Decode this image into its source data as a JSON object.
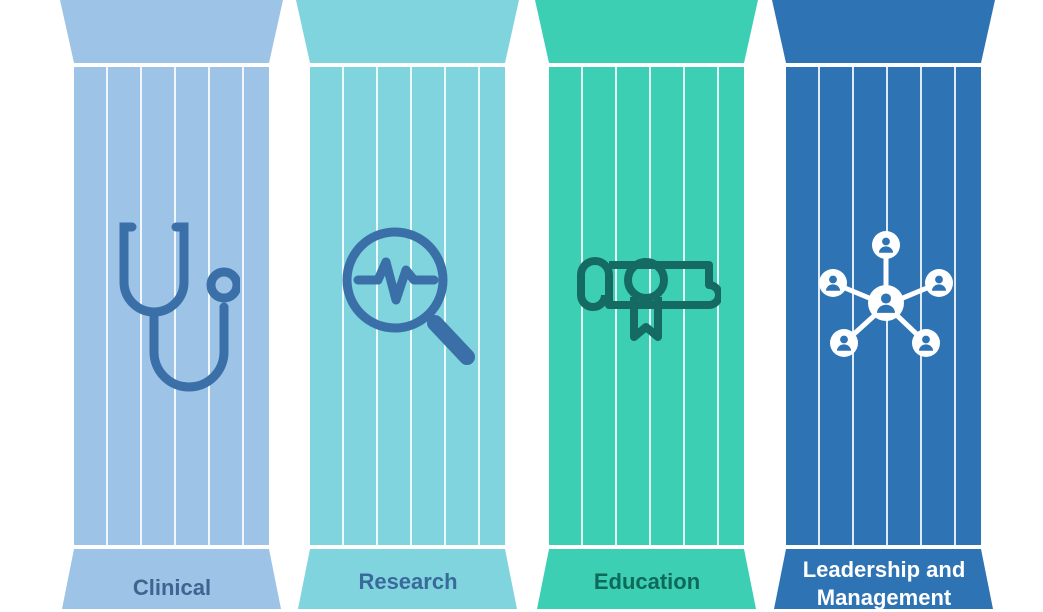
{
  "pillars": [
    {
      "label": "Clinical",
      "icon": "stethoscope-icon",
      "color": "#9dc3e6",
      "text_color": "#3d6592"
    },
    {
      "label": "Research",
      "icon": "magnifier-pulse-icon",
      "color": "#80d4de",
      "text_color": "#3a6a9c"
    },
    {
      "label": "Education",
      "icon": "diploma-icon",
      "color": "#3ccfb3",
      "text_color": "#0e6a58"
    },
    {
      "label": "Leadership and Management",
      "icon": "network-people-icon",
      "color": "#2e74b5",
      "text_color": "#ffffff"
    }
  ]
}
